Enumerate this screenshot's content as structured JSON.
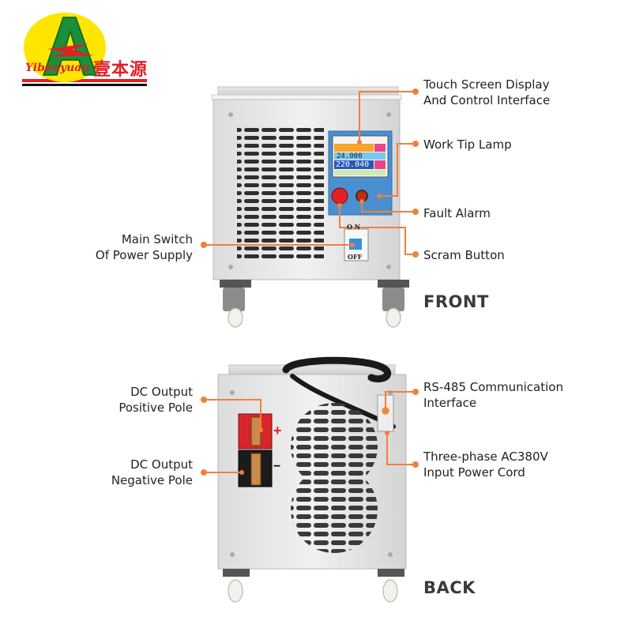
{
  "brand": {
    "logo_letter": "A",
    "logo_text_latin": "Yibenyuan",
    "logo_text_cn": "壹本源",
    "colors": {
      "red": "#e31e24",
      "yellow": "#ffe600",
      "green": "#1a8f3a"
    }
  },
  "front": {
    "view_label": "FRONT",
    "callouts": [
      {
        "id": "touch-screen",
        "text": "Touch Screen Display\nAnd Control Interface"
      },
      {
        "id": "work-tip-lamp",
        "text": "Work Tip Lamp"
      },
      {
        "id": "fault-alarm",
        "text": "Fault Alarm"
      },
      {
        "id": "main-switch",
        "text": "Main Switch\nOf Power Supply"
      },
      {
        "id": "scram-button",
        "text": "Scram Button"
      }
    ],
    "screen": {
      "value_1": "24.000",
      "value_2": "220.040"
    },
    "breaker": {
      "on_label": "O N",
      "off_label": "OFF"
    }
  },
  "back": {
    "view_label": "BACK",
    "callouts": [
      {
        "id": "dc-positive",
        "text": "DC Output\nPositive Pole"
      },
      {
        "id": "dc-negative",
        "text": "DC Output\nNegative Pole"
      },
      {
        "id": "rs485",
        "text": "RS-485 Communication\nInterface"
      },
      {
        "id": "power-cord",
        "text": "Three-phase AC380V\nInput Power Cord"
      }
    ],
    "terminal_signs": {
      "positive": "+",
      "negative": "−"
    }
  },
  "callout_color": "#f0803c"
}
